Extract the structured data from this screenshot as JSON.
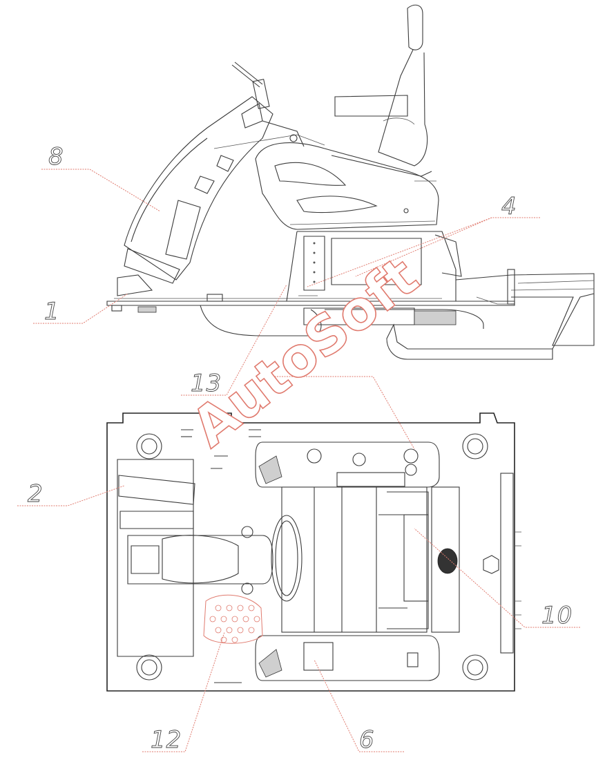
{
  "callouts": [
    {
      "id": "c8",
      "label": "8"
    },
    {
      "id": "c4",
      "label": "4"
    },
    {
      "id": "c1",
      "label": "1"
    },
    {
      "id": "c13",
      "label": "13"
    },
    {
      "id": "c2",
      "label": "2"
    },
    {
      "id": "c10",
      "label": "10"
    },
    {
      "id": "c12",
      "label": "12"
    },
    {
      "id": "c6",
      "label": "6"
    }
  ],
  "watermark": {
    "text": "AutoSoft"
  },
  "colors": {
    "line": "#3a3a3a",
    "leader": "#e07a6e",
    "background": "#ffffff"
  }
}
